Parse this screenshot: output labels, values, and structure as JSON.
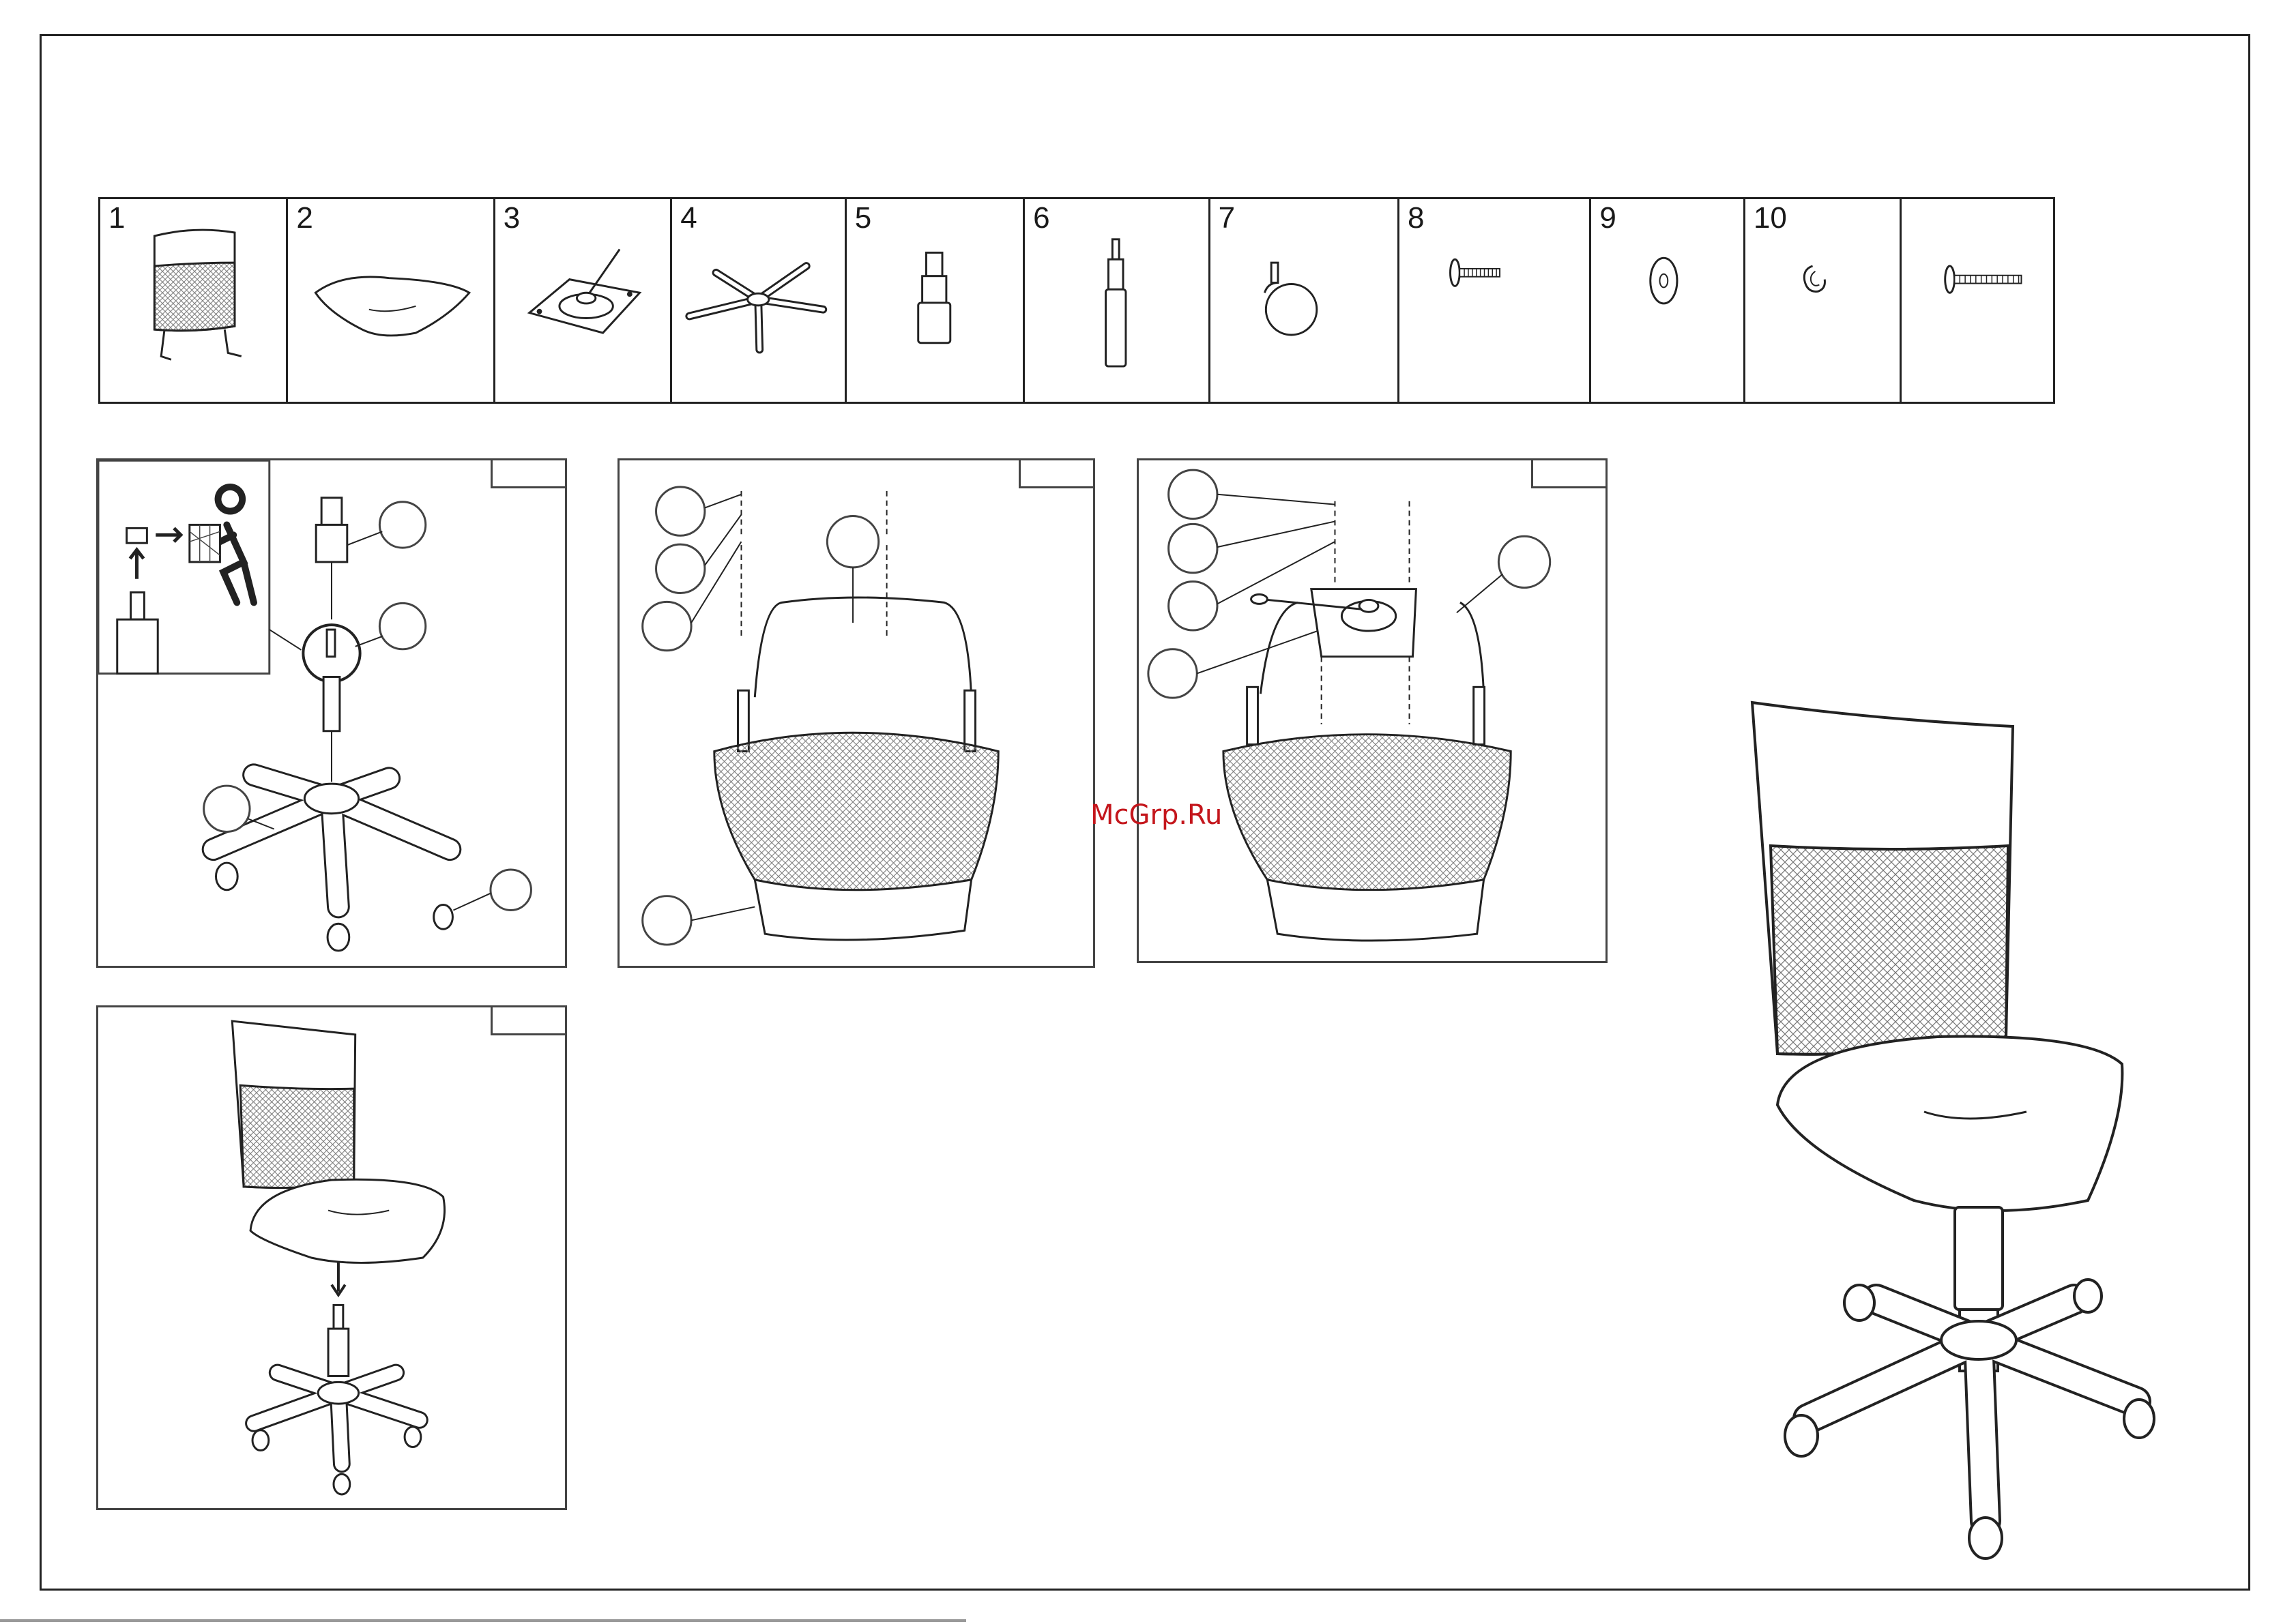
{
  "parts": [
    {
      "number": "1",
      "icon": "backrest-icon"
    },
    {
      "number": "2",
      "icon": "seat-icon"
    },
    {
      "number": "3",
      "icon": "mechanism-plate-icon"
    },
    {
      "number": "4",
      "icon": "five-star-base-icon"
    },
    {
      "number": "5",
      "icon": "gas-lift-cover-icon"
    },
    {
      "number": "6",
      "icon": "gas-lift-icon"
    },
    {
      "number": "7",
      "icon": "caster-icon"
    },
    {
      "number": "8",
      "icon": "short-bolt-icon"
    },
    {
      "number": "9",
      "icon": "flat-washer-icon"
    },
    {
      "number": "10",
      "icon": "spring-washer-icon"
    },
    {
      "number": "",
      "icon": "long-bolt-icon"
    }
  ],
  "watermark": "McGrp.Ru",
  "colors": {
    "line": "#222222",
    "watermark": "#c4161c",
    "mesh": "#cfcfcf"
  }
}
